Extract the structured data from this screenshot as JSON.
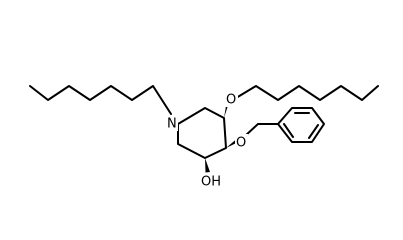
{
  "atoms": {
    "nitrogen": "N",
    "ether_oxygen_octyl": "O",
    "ether_oxygen_benzyl": "O",
    "hydroxyl": "OH"
  },
  "colors": {
    "bond": "#000000",
    "background": "#ffffff"
  }
}
